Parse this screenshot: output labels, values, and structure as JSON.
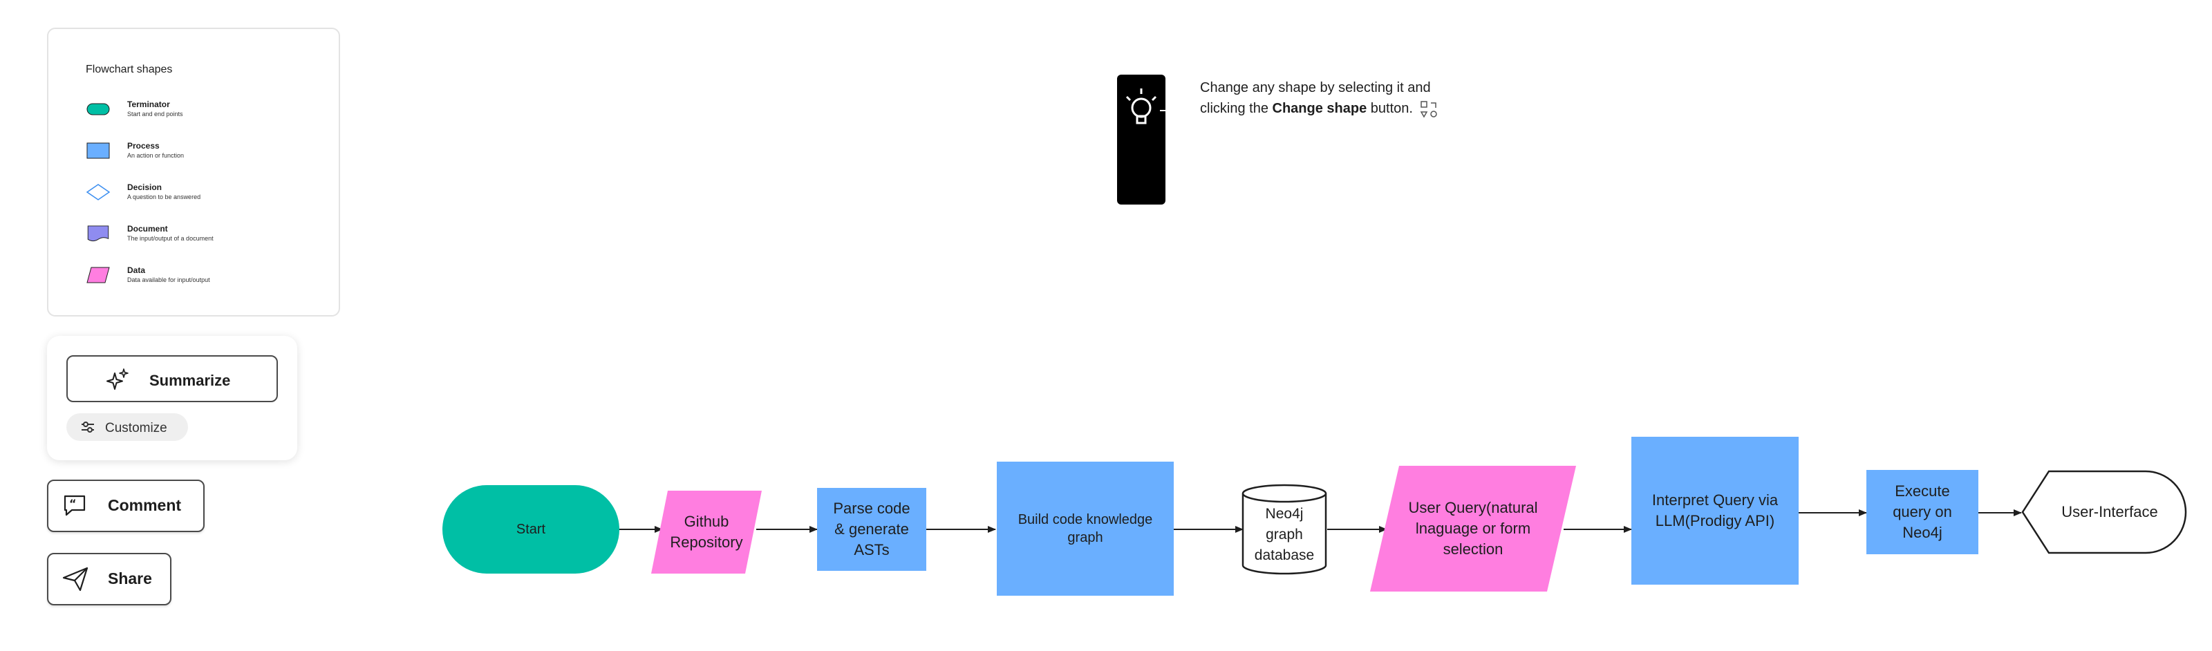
{
  "legend": {
    "title": "Flowchart shapes",
    "items": [
      {
        "name": "Terminator",
        "desc": "Start and end points",
        "color": "#00bfa5",
        "icon": "terminator-icon"
      },
      {
        "name": "Process",
        "desc": "An action or function",
        "color": "#6aafff",
        "icon": "process-icon"
      },
      {
        "name": "Decision",
        "desc": "A question to be answered",
        "color": "#6aafff",
        "icon": "decision-icon"
      },
      {
        "name": "Document",
        "desc": "The input/output of a document",
        "color": "#8f8cf0",
        "icon": "document-icon"
      },
      {
        "name": "Data",
        "desc": "Data available for input/output",
        "color": "#ff7ee0",
        "icon": "data-icon"
      }
    ]
  },
  "ai_panel": {
    "summarize_label": "Summarize",
    "customize_label": "Customize"
  },
  "actions": {
    "comment_label": "Comment",
    "share_label": "Share"
  },
  "tip": {
    "line1": "Change any shape by selecting it and",
    "line2_prefix": "clicking the ",
    "line2_bold": "Change shape",
    "line2_suffix": " button."
  },
  "flowchart": {
    "colors": {
      "terminator": "#00bfa5",
      "process": "#6aafff",
      "data": "#ff7ee0",
      "line": "#1e1e1e"
    },
    "nodes": {
      "start": "Start",
      "github": [
        "Github",
        "Repository"
      ],
      "parse": [
        "Parse code",
        "& generate",
        "ASTs"
      ],
      "build": [
        "Build code knowledge",
        "graph"
      ],
      "neo4j": [
        "Neo4j",
        "graph",
        "database"
      ],
      "user_query": [
        "User Query(natural",
        "lnaguage or form",
        "selection"
      ],
      "interpret": [
        "Interpret Query via",
        "LLM(Prodigy API)"
      ],
      "execute": [
        "Execute",
        "query on",
        "Neo4j"
      ],
      "ui": "User-Interface"
    }
  }
}
